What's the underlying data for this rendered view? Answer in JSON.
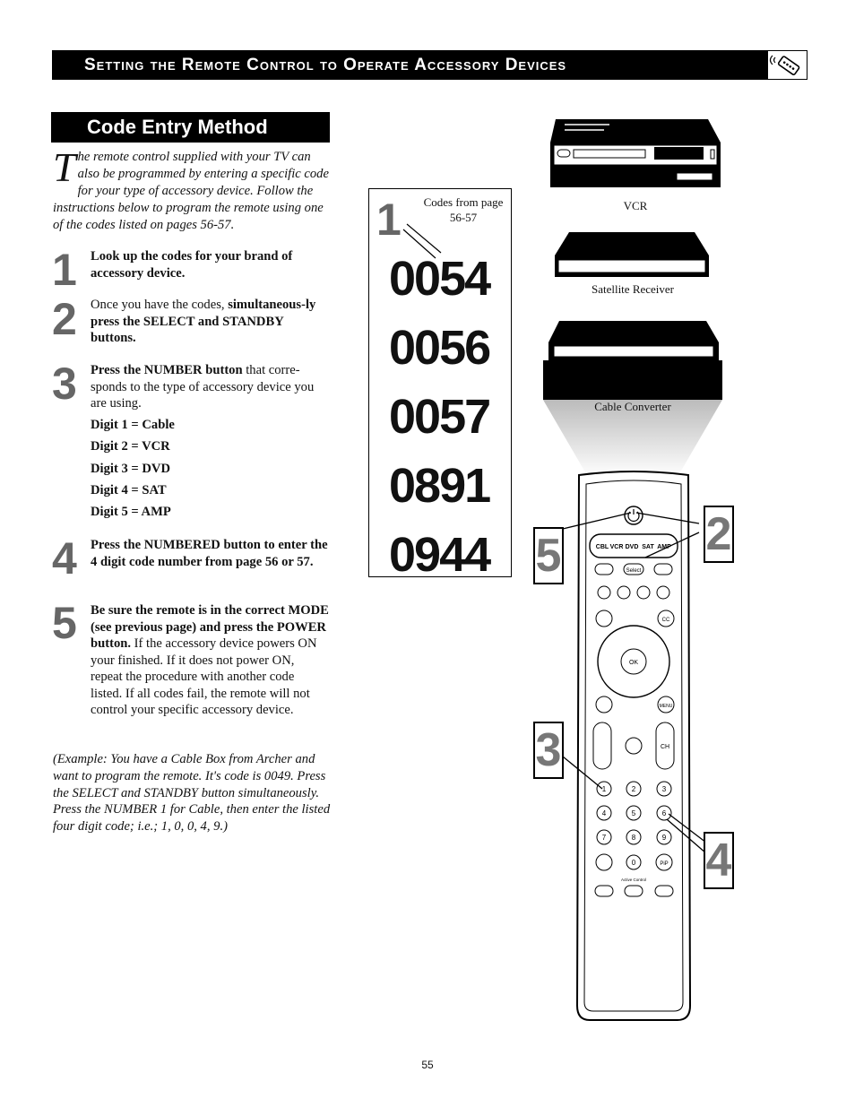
{
  "header": {
    "title": "Setting the Remote Control to Operate Accessory Devices",
    "icon": "remote-control-icon"
  },
  "section_title": "Code Entry Method",
  "intro": {
    "dropcap": "T",
    "text": "he remote control supplied with your TV can also be programmed by entering a specific code for your type of accessory device. Follow the instructions below to program the remote using one of the codes listed on pages 56-57."
  },
  "steps": [
    {
      "num": "1",
      "bold": "Look up the codes for your brand of accessory device.",
      "normal": ""
    },
    {
      "num": "2",
      "pre": "Once you have the codes, ",
      "bold": "simultaneous-ly press the SELECT and STANDBY buttons.",
      "normal": ""
    },
    {
      "num": "3",
      "bold": "Press the NUMBER button",
      "normal": " that corre-sponds to the type of accessory device you are using."
    },
    {
      "num": "4",
      "bold": "Press the NUMBERED button to enter the 4 digit code number from page 56 or 57.",
      "normal": ""
    },
    {
      "num": "5",
      "bold": "Be sure the remote is in the correct MODE (see previous page) and press the POWER button.",
      "normal": " If the accessory device powers ON your finished. If it does not power ON, repeat the procedure with another code listed. If all codes fail, the remote will not control your specific accessory device."
    }
  ],
  "digits": [
    "Digit 1 = Cable",
    "Digit 2 = VCR",
    "Digit 3 = DVD",
    "Digit 4 = SAT",
    "Digit 5 = AMP"
  ],
  "example": "(Example: You have a Cable Box from Archer and want to program the remote. It's code is 0049. Press the SELECT and STANDBY button simultaneously. Press the NUMBER 1 for Cable, then enter the listed four digit code; i.e.; 1, 0, 0, 4, 9.)",
  "codebox": {
    "step": "1",
    "caption": "Codes from page 56-57",
    "codes": [
      "0054",
      "0056",
      "0057",
      "0891",
      "0944"
    ]
  },
  "devices": {
    "vcr": "VCR",
    "sat": "Satellite Receiver",
    "cable": "Cable Converter"
  },
  "remote": {
    "modes": [
      "CBL",
      "VCR",
      "DVD",
      "SAT",
      "AMP"
    ],
    "select": "Select",
    "ok": "OK",
    "cc": "CC",
    "menu": "MENU",
    "ch": "CH",
    "pip": "PiP",
    "active_control": "Active Control",
    "keypad": [
      "1",
      "2",
      "3",
      "4",
      "5",
      "6",
      "7",
      "8",
      "9",
      "",
      "0",
      ""
    ]
  },
  "callouts": {
    "c2": "2",
    "c3": "3",
    "c4": "4",
    "c5": "5"
  },
  "page_number": "55"
}
